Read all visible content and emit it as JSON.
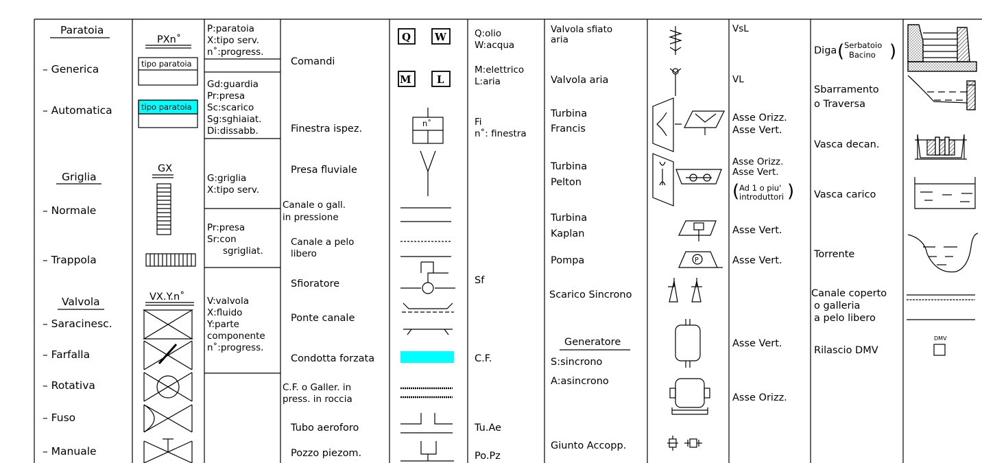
{
  "col1": {
    "paratoia_title": "Paratoia",
    "generica": "– Generica",
    "automatica": "– Automatica",
    "griglia_title": "Griglia",
    "normale": "– Normale",
    "trappola": "– Trappola",
    "valvola_title": "Valvola",
    "saracinesc": "– Saracinesc.",
    "farfalla": "– Farfalla",
    "rotativa": "– Rotativa",
    "fuso": "– Fuso",
    "manuale": "– Manuale"
  },
  "col2": {
    "pxn": "PXn˚",
    "tipo_paratoia_1": "tipo paratoia",
    "tipo_paratoia_2": "tipo paratoia",
    "gx": "GX",
    "vxyn": "VX.Y.n˚"
  },
  "col3": {
    "p_lines": [
      "P:paratoia",
      "X:tipo serv.",
      "n˚:progress."
    ],
    "gd_lines": [
      "Gd:guardia",
      "Pr:presa",
      "Sc:scarico",
      "Sg:sghiaiat.",
      "Di:dissabb."
    ],
    "g_lines": [
      "G:griglia",
      "X:tipo serv."
    ],
    "pr_lines": [
      "Pr:presa",
      "Sr:con",
      "sgrigliat."
    ],
    "v_lines": [
      "V:valvola",
      "X:fluido",
      "Y:parte",
      "componente",
      "n˚:progress."
    ]
  },
  "col4": {
    "comandi": "Comandi",
    "finestra": "Finestra ispez.",
    "presa_fluviale": "Presa fluviale",
    "canale_press_1": "Canale o gall.",
    "canale_press_2": "in pressione",
    "canale_pelo_1": "Canale a pelo",
    "canale_pelo_2": "libero",
    "sfioratore": "Sfioratore",
    "ponte": "Ponte canale",
    "condotta": "Condotta forzata",
    "cf_roccia_1": "C.F. o Galler. in",
    "cf_roccia_2": "press. in roccia",
    "tubo": "Tubo aeroforo",
    "pozzo": "Pozzo piezom."
  },
  "col5": {
    "box_q": "Q",
    "box_w": "W",
    "box_m": "M",
    "box_l": "L",
    "finestra_n": "n˚"
  },
  "col6": {
    "q": "Q:olio",
    "w": "W:acqua",
    "m": "M:elettrico",
    "l": "L:aria",
    "fi": "Fi",
    "n_finestra": "n˚: finestra",
    "sf": "Sf",
    "cf": "C.F.",
    "tuae": "Tu.Ae",
    "popz": "Po.Pz"
  },
  "col7": {
    "valvola_sfiato_1": "Valvola  sfiato",
    "valvola_sfiato_2": "aria",
    "valvola_aria": "Valvola  aria",
    "francis_1": "Turbina",
    "francis_2": "Francis",
    "pelton_1": "Turbina",
    "pelton_2": "Pelton",
    "kaplan_1": "Turbina",
    "kaplan_2": "Kaplan",
    "pompa": "Pompa",
    "scarico": "Scarico Sincrono",
    "generatore": "Generatore",
    "sincrono": "S:sincrono",
    "asincrono": "A:asincrono",
    "giunto": "Giunto  Accopp."
  },
  "col8": {
    "pompa_p": "P"
  },
  "col9": {
    "vsl": "VsL",
    "vl": "VL",
    "asse_orizz_1": "Asse  Orizz.",
    "asse_vert_1": "Asse  Vert.",
    "asse_orizz_2": "Asse  Orizz.",
    "asse_vert_2": "Asse  Vert.",
    "ad1": "Ad 1 o piu'",
    "introduttori": "introduttori",
    "asse_vert_3": "Asse  Vert.",
    "asse_vert_4": "Asse  Vert.",
    "asse_vert_5": "Asse  Vert.",
    "asse_orizz_3": "Asse  Orizz."
  },
  "col10": {
    "diga": "Diga",
    "serbatoio": "Serbatoio",
    "bacino": "Bacino",
    "sbarramento_1": "Sbarramento",
    "sbarramento_2": "o Traversa",
    "vasca_decan": "Vasca  decan.",
    "vasca_carico": "Vasca  carico",
    "torrente": "Torrente",
    "canale_coperto_1": "Canale coperto",
    "canale_coperto_2": "o galleria",
    "canale_coperto_3": "a pelo libero",
    "rilascio": "Rilascio  DMV"
  },
  "col11": {
    "dmv": "DMV"
  },
  "colors": {
    "cyan": "#00FFFF",
    "line": "#000000"
  }
}
